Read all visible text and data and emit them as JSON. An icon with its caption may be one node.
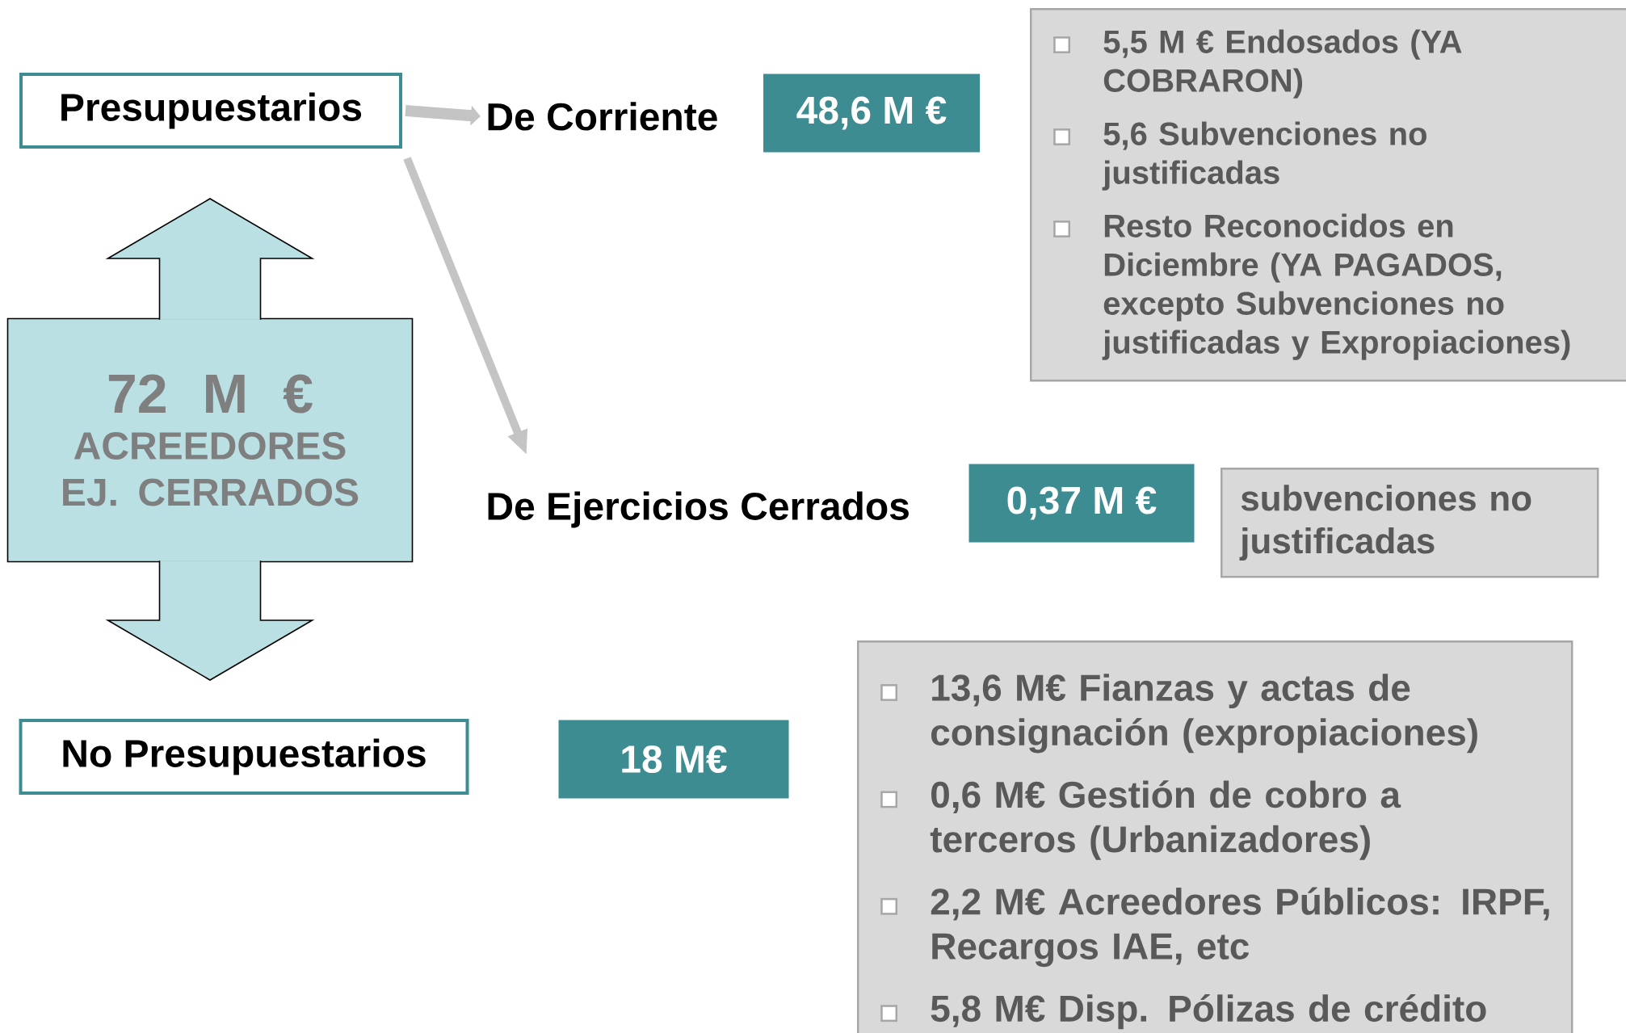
{
  "diagram": {
    "nodes": [
      {
        "text": [
          "Presupuestarios"
        ]
      },
      {
        "text": [
          "De Corriente"
        ]
      },
      {
        "text": [
          "48,6 M €"
        ]
      },
      {
        "text": [
          "5,5 M € Endosados (YA COBRARON)",
          "5,6 Subvenciones no justificadas",
          "Resto Reconocidos en Diciembre (YA PAGADOS, excepto Subvenciones no justificadas y Expropiaciones)"
        ]
      },
      {
        "text": [
          "72 M €",
          "ACREEDORES EJ. CERRADOS"
        ]
      },
      {
        "text": [
          "De Ejercicios Cerrados"
        ]
      },
      {
        "text": [
          "0,37 M €"
        ]
      },
      {
        "text": [
          "subvenciones no justificadas"
        ]
      },
      {
        "text": [
          "No Presupuestarios"
        ]
      },
      {
        "text": [
          "18 M€"
        ]
      },
      {
        "text": [
          "13,6 M€ Fianzas y actas de consignación (expropiaciones)",
          "0,6 M€ Gestión de cobro a terceros (Urbanizadores)",
          "2,2 M€ Acreedores Públicos: IRPF, Recargos IAE, etc",
          "5,8 M€ Disp. Pólizas de crédito"
        ]
      }
    ],
    "edges": [
      {
        "from": 0,
        "to": 1,
        "arrow": "to"
      },
      {
        "from": 0,
        "to": 5,
        "arrow": "to"
      },
      {
        "from": 4,
        "to": 0,
        "arrow": "to"
      },
      {
        "from": 4,
        "to": 8,
        "arrow": "to"
      }
    ]
  }
}
